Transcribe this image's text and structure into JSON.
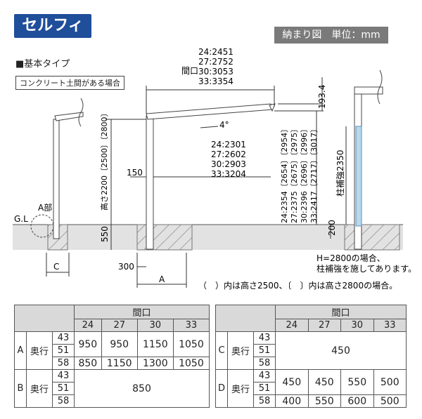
{
  "header": {
    "title": "セルフィ",
    "unit": "納まり図　単位：mm"
  },
  "type_title": "■基本タイプ",
  "condition": "コンクリート土間がある場合",
  "diagram": {
    "maguchi_label": "間口",
    "maguchi_values": [
      "24:2451",
      "27:2752",
      "30:3053",
      "33:3354"
    ],
    "roof_angle": "4°",
    "inner_values": [
      "24:2301",
      "27:2602",
      "30:2903",
      "33:3204"
    ],
    "dim_150": "150",
    "dim_193": "193.4",
    "height_label": "高さ2200〔2500〕〔2800〕",
    "dim_550": "550",
    "dim_300": "300",
    "dim_200": "200",
    "a_label": "A",
    "c_label": "C",
    "a_part": "A部",
    "gl": "G.L",
    "front_heights": [
      "24:2354〔2654〕〔2954〕",
      "27:2375〔2675〕〔2975〕",
      "30:2396〔2696〕〔2996〕",
      "33:2417〔2717〕〔3017〕"
    ],
    "reinforce_label": "柱補強2350",
    "note_h2800": "H=2800の場合、",
    "note_reinforce": "柱補強を施してあります。",
    "legend_note": "（　）内は高さ2500、〔　〕内は高さ2800の場合。"
  },
  "table_ab": {
    "header": "間口",
    "cols": [
      "24",
      "27",
      "30",
      "33"
    ],
    "depth_label": "奥行",
    "depths": [
      "43",
      "51",
      "58"
    ],
    "a_label": "A",
    "a_rows": [
      [
        "950",
        "950",
        "1150",
        "1050"
      ],
      [
        "850",
        "1150",
        "1300",
        "1050"
      ]
    ],
    "b_label": "B",
    "b_value": "850"
  },
  "table_cd": {
    "header": "間口",
    "cols": [
      "24",
      "27",
      "30",
      "33"
    ],
    "depth_label": "奥行",
    "depths": [
      "43",
      "51",
      "58"
    ],
    "c_label": "C",
    "c_value": "450",
    "d_label": "D",
    "d_rows": [
      [
        "450",
        "450",
        "550",
        "500"
      ],
      [
        "400",
        "550",
        "600",
        "500"
      ]
    ]
  }
}
